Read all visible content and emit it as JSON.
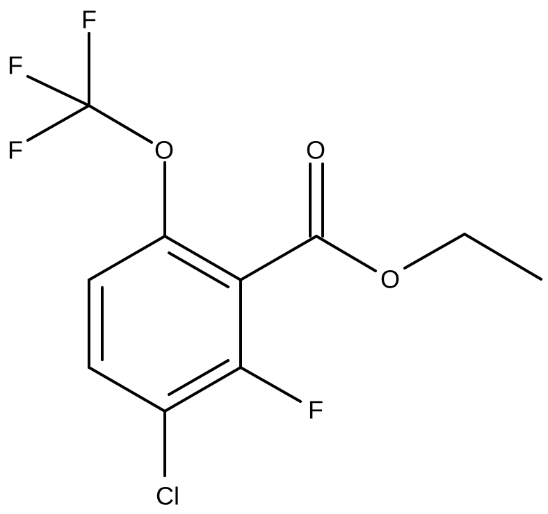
{
  "molecule": {
    "atoms": {
      "F_top": "F",
      "F_left": "F",
      "F_bottom": "F",
      "O_ether": "O",
      "O_carbonyl": "O",
      "O_ester": "O",
      "F_ring": "F",
      "Cl": "Cl"
    }
  },
  "colors": {
    "bond": "#000000",
    "label": "#000000",
    "background": "#ffffff"
  }
}
